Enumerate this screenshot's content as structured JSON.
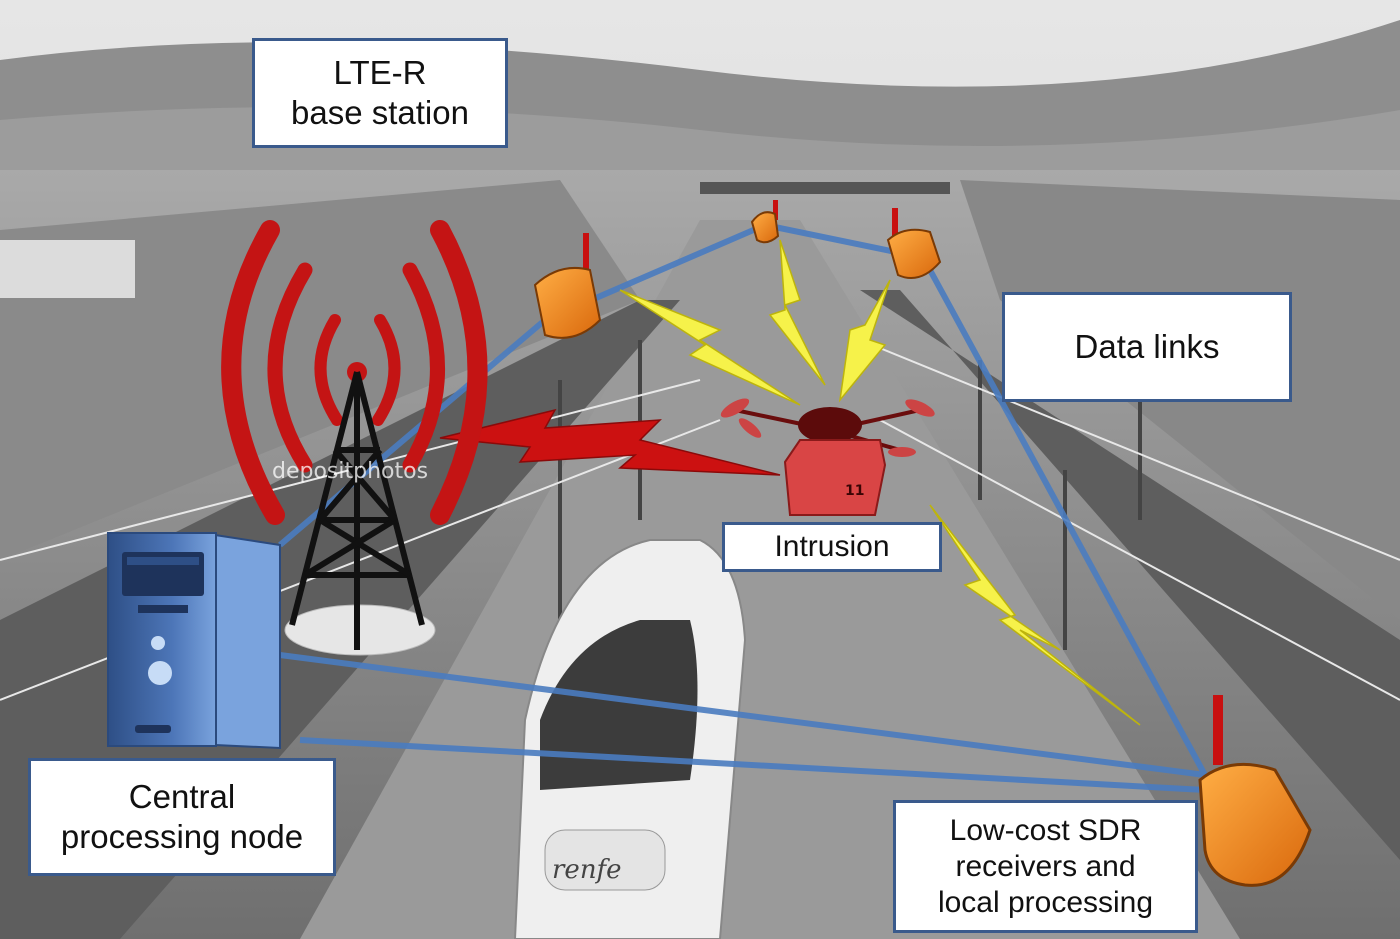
{
  "labels": {
    "base_station": "LTE-R\nbase station",
    "data_links": "Data links",
    "intrusion": "Intrusion",
    "central_node": "Central\nprocessing node",
    "sdr_receivers": "Low-cost SDR\nreceivers and\nlocal processing"
  },
  "watermark": "depositphotos",
  "train_logo": "renfe",
  "package_marks": "11",
  "icons": {
    "tower": "cell-tower-icon",
    "drone": "drone-icon",
    "computer": "computer-tower-icon",
    "receiver": "sdr-receiver-icon"
  },
  "colors": {
    "link": "#4a7cc0",
    "signal_red": "#cc1111",
    "lightning_yellow": "#f6f24a",
    "receiver_orange": "#f28c1c",
    "drone_red": "#d93a3a",
    "label_border": "#3a5a8c"
  }
}
